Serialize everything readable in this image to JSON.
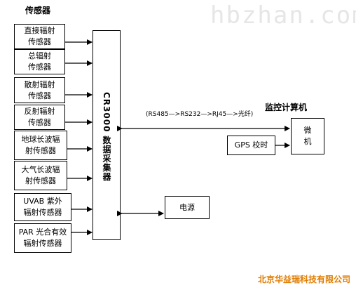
{
  "watermark": "hbzhan.com",
  "sensors_heading": "传感器",
  "monitor_heading": "监控计算机",
  "sensors": [
    {
      "label": "直接辐射\n传感器"
    },
    {
      "label": "总辐射\n传感器"
    },
    {
      "label": "散射辐射\n传感器"
    },
    {
      "label": "反射辐射\n传感器"
    },
    {
      "label": "地球长波辐\n射传感器"
    },
    {
      "label": "大气长波辐\n射传感器"
    },
    {
      "label": "UVAB 紫外\n辐射传感器"
    },
    {
      "label": "PAR 光合有效\n辐射传感器"
    }
  ],
  "datalogger_label": "CR3000 数据采集器",
  "link_label": "(RS485—>RS232—>RJ45—>光纤)",
  "computer_label": "微\n机",
  "gps_label": "GPS 校时",
  "power_label": "电源",
  "footer": "北京华益瑞科技有限公司"
}
